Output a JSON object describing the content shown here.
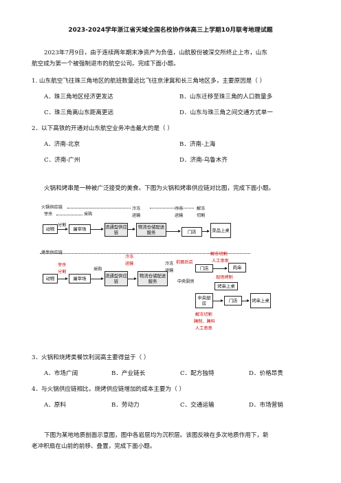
{
  "title": "2023-2024学年浙江省天域全国名校协作体高三上学期10月联考地理试题",
  "intro1_line1": "2023年7月9日，由于连续两年期末净资产为负值，山航股份被深交所终止上市，山东",
  "intro1_line2": "航空成为第一个被强制退市的航空公司。完成下面小题。",
  "q1": {
    "stem": "1. 山东航空飞往珠三角地区的航班数量远比飞往京津冀和长三角地区多，主要原因是（ ）",
    "A": "A．珠三角地区经济更发达",
    "B": "B．山东迁移至珠三角的人口数量多",
    "C": "C．珠三角离山东距离更远",
    "D": "D．山东与珠三角之间交通方式单一"
  },
  "q2": {
    "stem": "2．以下高铁的开通对山东航空业务冲击最大的是（ ）",
    "A": "A．济南-北京",
    "B": "B．济南-上海",
    "C": "C．济南-广州",
    "D": "D．济南-乌鲁木齐"
  },
  "intro2": "火锅和烤串是一种被广泛接受的美食。下图为火锅和烤串供应链对比图，完成下面小题。",
  "diagram": {
    "top_chain_label": "火锅供应链",
    "bottom_chain_label": "烤串供应链",
    "t_slaughter": "宰杀",
    "t_purchase": "采购",
    "t_cold1": "冷冻",
    "t_transport1": "运输",
    "t_cold2": "冷冻",
    "t_transport2": "运输",
    "t_thaw": "解冻",
    "t_cut": "切割",
    "t_split": "分割",
    "box_animal": "动物",
    "box_slaughterhouse": "屠宰场",
    "box_distributor": "流通型供应链",
    "box_logistics": "物流仓储配送服务",
    "box_store": "门店",
    "box_serve": "菜品上桌",
    "b_slaughter": "宰杀",
    "b_split": "分割",
    "b_purchase": "采购",
    "b_cold1": "冷冻",
    "b_transport1": "运输",
    "b_cold2": "冷冻",
    "b_transport2": "运输",
    "b_front_kitchen": "前面后店",
    "b_thaw_cut": "解冻切割",
    "b_manual_skewer": "人工串串",
    "b_meat_skewer": "肉串",
    "b_grill": "现场烤制",
    "b_serve_top": "烤串上桌",
    "b_central_kitchen": "中央厨房",
    "b_box_central": "中央厨房",
    "b_box_store": "门店",
    "b_box_serve": "烤串上桌",
    "b_thaw2": "解冻切割",
    "b_marinate": "腌制、腌料",
    "b_manual2": "人工串串",
    "b_box_animal": "动物",
    "b_box_slaughterhouse": "屠宰场",
    "b_box_distributor": "流通型供应链",
    "b_box_logistics": "物流仓储配送服务",
    "b_box_store_front": "门店"
  },
  "q3": {
    "stem": "3．火锅和烧烤类餐饮利润高主要得益于（ ）",
    "A": "A．市场广阔",
    "B": "B．产业链长",
    "C": "C．配方独特",
    "D": "D．价格昂贵"
  },
  "q4": {
    "stem": "4．与火锅供应链相比，烧烤供应链增加的成本主要为（ ）",
    "A": "A．原料",
    "B": "B．劳动力",
    "C": "C．交通运输",
    "D": "D．市场营销"
  },
  "intro3_line1": "下图为某地地质剖面示意图，图中各岩层均为沉积层。该图反映在多次地质作用下，新",
  "intro3_line2": "老冲积扇在山前的前移、叠置，完成下面小题。"
}
